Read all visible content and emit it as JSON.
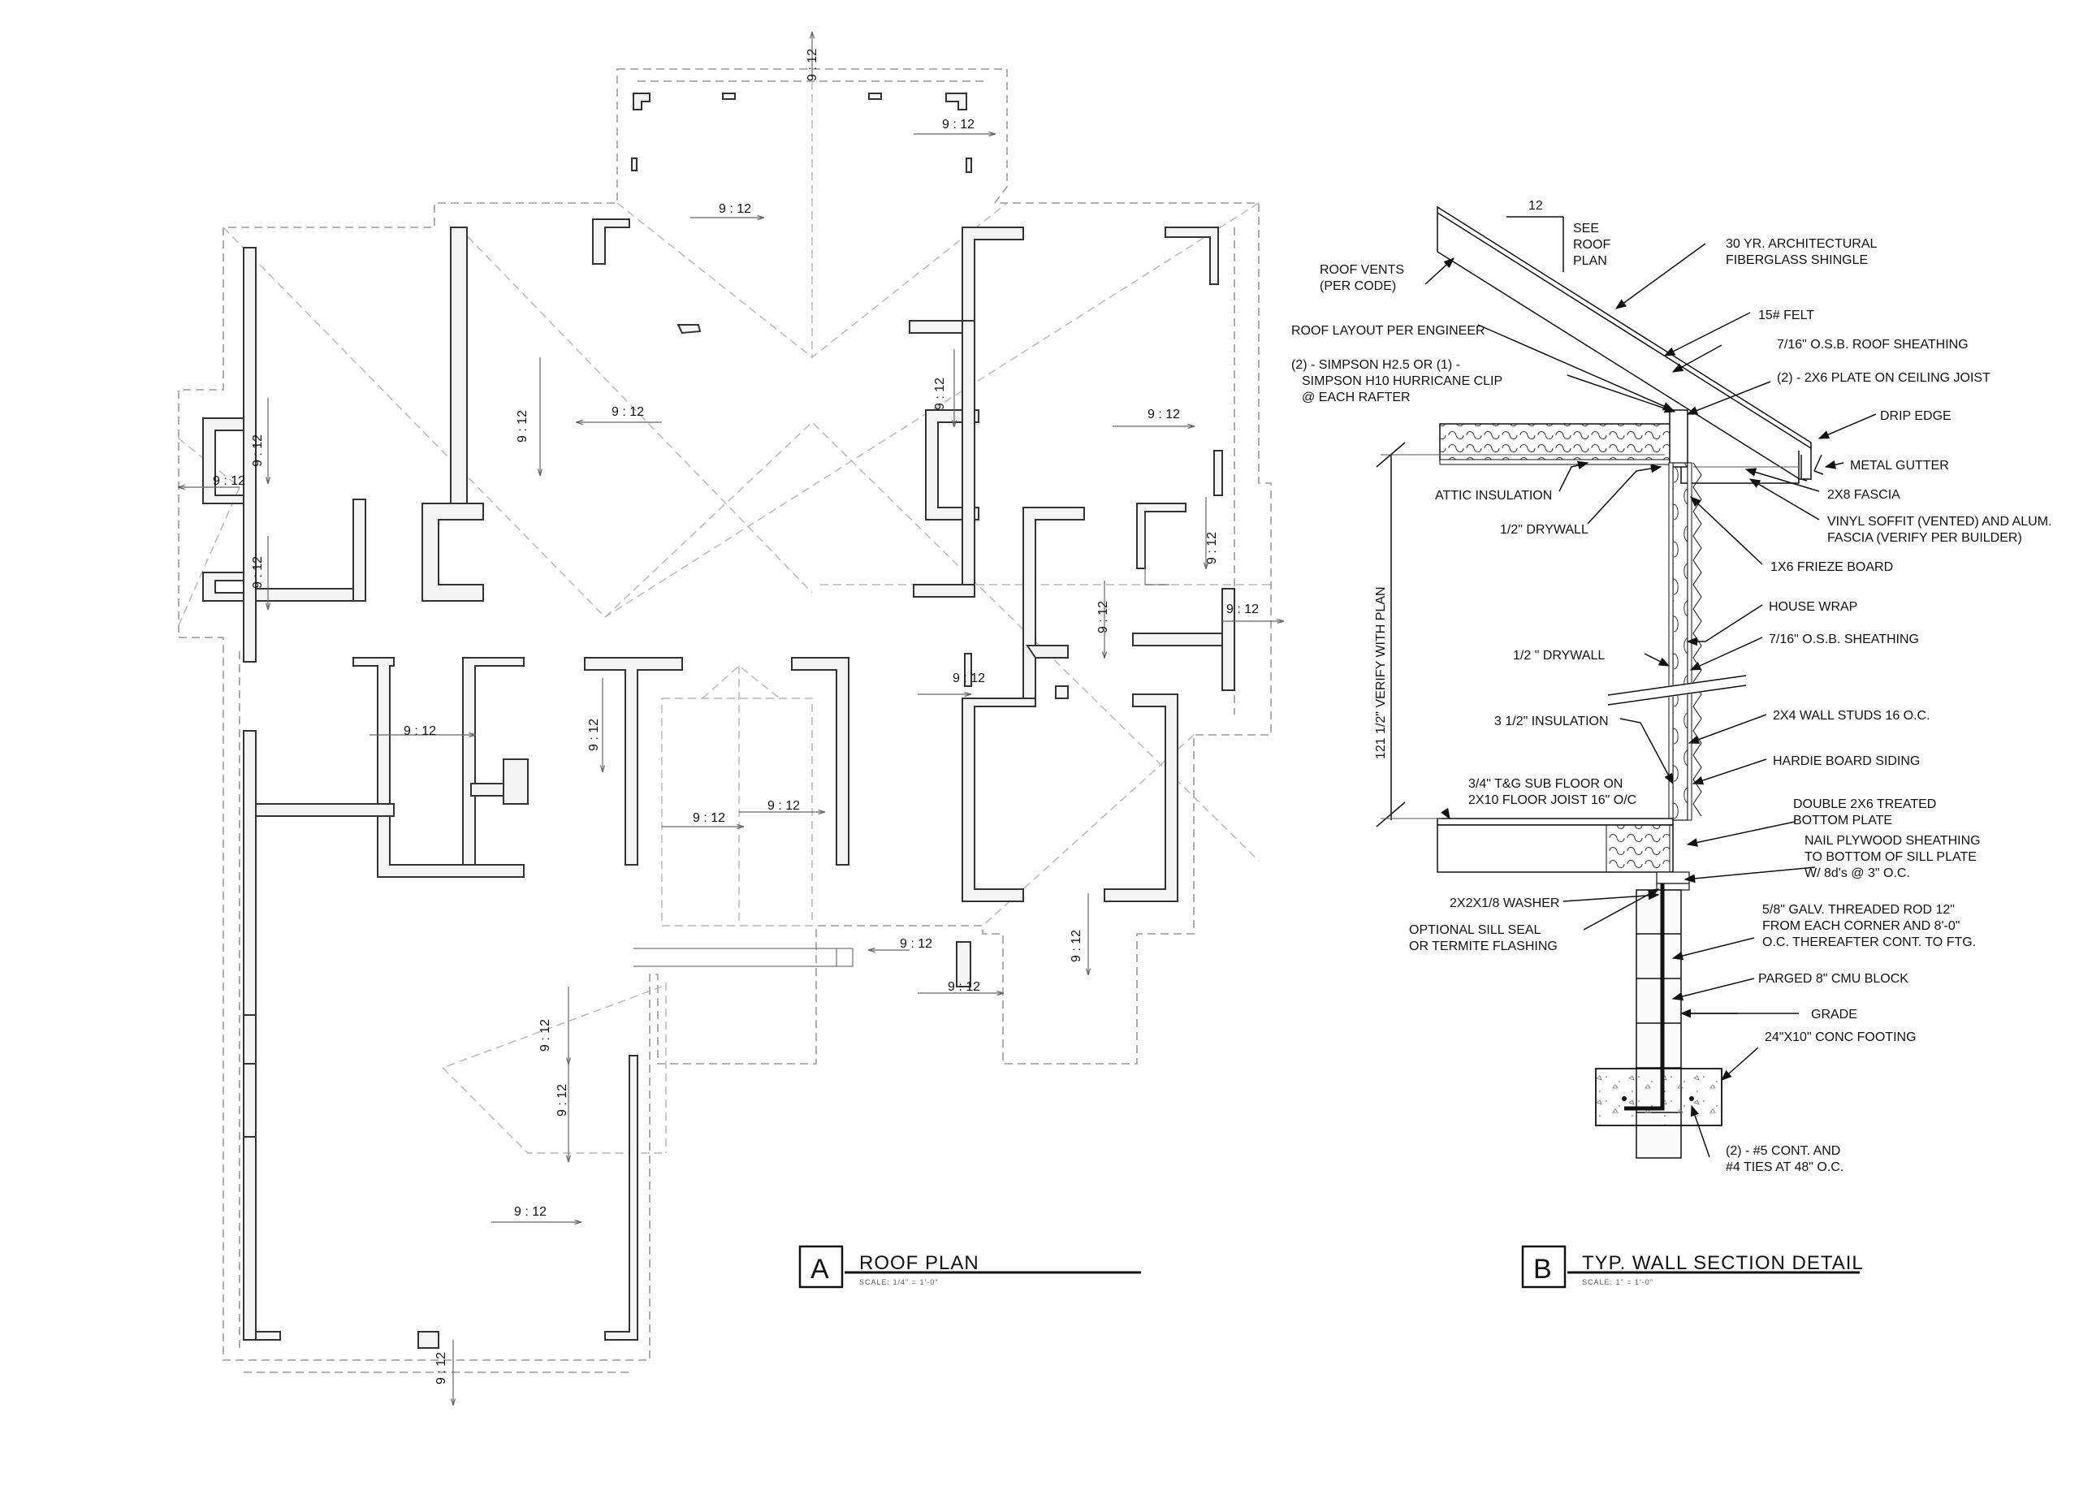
{
  "roof_plan": {
    "pitch_label": "9 : 12",
    "tag": "A",
    "title": "ROOF PLAN",
    "scale": "SCALE: 1/4\" = 1'-0\""
  },
  "wall_section": {
    "tag": "B",
    "title": "TYP. WALL SECTION DETAIL",
    "scale": "SCALE: 1\" = 1'-0\"",
    "slope_rise": "12",
    "slope_note": [
      "SEE",
      "ROOF",
      "PLAN"
    ],
    "height_dim": "121 1/2\" VERIFY WITH PLAN",
    "notes": {
      "roof_vents": [
        "ROOF VENTS",
        "(PER CODE)"
      ],
      "roof_layout": [
        "ROOF LAYOUT PER ENGINEER"
      ],
      "hurricane_clip": [
        "(2) - SIMPSON H2.5 OR (1) -",
        "SIMPSON H10 HURRICANE CLIP",
        "@ EACH RAFTER"
      ],
      "attic_insulation": [
        "ATTIC INSULATION"
      ],
      "drywall_ceiling": [
        "1/2\" DRYWALL"
      ],
      "drywall_wall": [
        "1/2 \" DRYWALL"
      ],
      "insulation_wall": [
        "3 1/2\" INSULATION"
      ],
      "subfloor": [
        "3/4\" T&G SUB FLOOR ON",
        "2X10 FLOOR JOIST 16\" O/C"
      ],
      "washer": [
        "2X2X1/8 WASHER"
      ],
      "sill_seal": [
        "OPTIONAL SILL SEAL",
        "OR TERMITE FLASHING"
      ],
      "shingle": [
        "30 YR. ARCHITECTURAL",
        "FIBERGLASS SHINGLE"
      ],
      "felt": [
        "15# FELT"
      ],
      "osb_roof": [
        "7/16\" O.S.B. ROOF SHEATHING"
      ],
      "plate_joist": [
        "(2) - 2X6 PLATE ON CEILING JOIST"
      ],
      "drip_edge": [
        "DRIP EDGE"
      ],
      "gutter": [
        "METAL GUTTER"
      ],
      "fascia": [
        "2X8 FASCIA"
      ],
      "soffit": [
        "VINYL SOFFIT (VENTED)  AND ALUM.",
        "FASCIA (VERIFY PER BUILDER)"
      ],
      "frieze": [
        "1X6 FRIEZE BOARD"
      ],
      "house_wrap": [
        "HOUSE WRAP"
      ],
      "osb_wall": [
        "7/16\" O.S.B. SHEATHING"
      ],
      "studs": [
        "2X4 WALL STUDS 16 O.C."
      ],
      "siding": [
        "HARDIE BOARD SIDING"
      ],
      "bottom_plate": [
        "DOUBLE 2X6 TREATED",
        "BOTTOM PLATE"
      ],
      "nail_plywood": [
        "NAIL PLYWOOD SHEATHING",
        "TO BOTTOM OF SILL PLATE",
        "W/ 8d's @ 3\" O.C."
      ],
      "threaded_rod": [
        "5/8\" GALV. THREADED ROD 12\"",
        "FROM EACH CORNER AND 8'-0\"",
        "O.C. THEREAFTER CONT. TO FTG."
      ],
      "cmu": [
        "PARGED 8\" CMU BLOCK"
      ],
      "grade": [
        "GRADE"
      ],
      "footing": [
        "24\"X10\" CONC FOOTING"
      ],
      "rebar": [
        "(2) - #5 CONT. AND",
        "#4 TIES AT 48\" O.C."
      ]
    }
  }
}
